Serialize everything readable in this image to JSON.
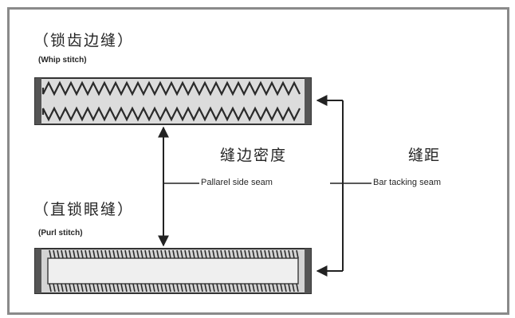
{
  "whip_stitch": {
    "zh": "（锁齿边缝）",
    "en": "(Whip stitch)"
  },
  "purl_stitch": {
    "zh": "（直锁眼缝）",
    "en": "(Purl stitch)"
  },
  "parallel_side_seam": {
    "zh": "缝边密度",
    "en": "Pallarel side seam"
  },
  "bar_tacking_seam": {
    "zh": "缝距",
    "en": "Bar tacking seam"
  }
}
